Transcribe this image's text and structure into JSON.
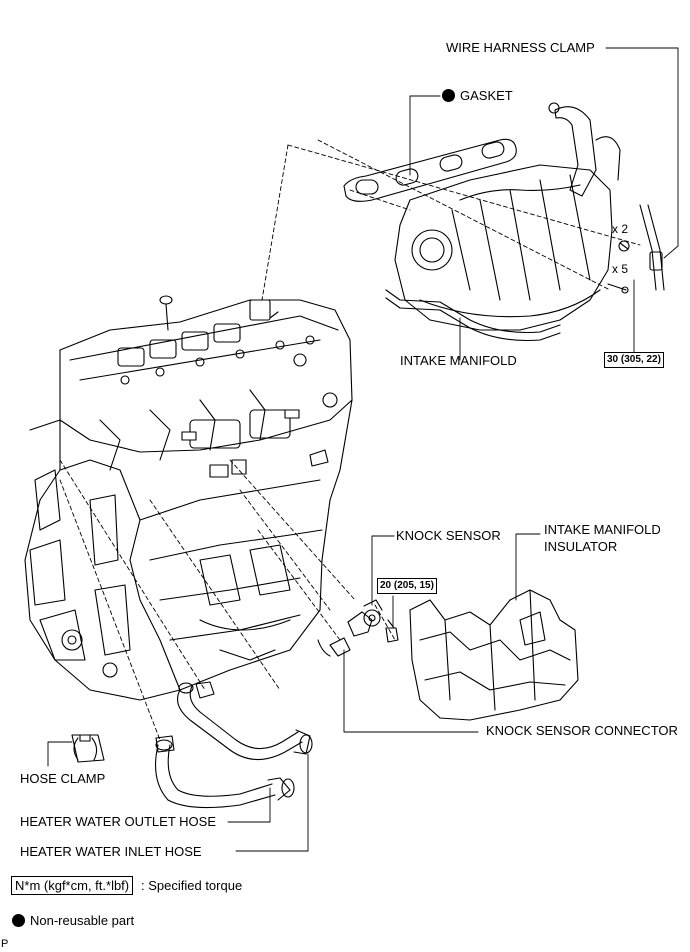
{
  "labels": {
    "wire_harness_clamp": "WIRE HARNESS CLAMP",
    "gasket": "GASKET",
    "intake_manifold": "INTAKE MANIFOLD",
    "knock_sensor": "KNOCK SENSOR",
    "intake_manifold_insulator_1": "INTAKE MANIFOLD",
    "intake_manifold_insulator_2": "INSULATOR",
    "knock_sensor_connector": "KNOCK SENSOR CONNECTOR",
    "hose_clamp": "HOSE CLAMP",
    "heater_water_outlet_hose": "HEATER WATER OUTLET HOSE",
    "heater_water_inlet_hose": "HEATER WATER INLET HOSE"
  },
  "multipliers": {
    "x2": "x 2",
    "x5": "x 5"
  },
  "torques": {
    "manifold_bolts": "30 (305, 22)",
    "knock_sensor_nut": "20 (205, 15)"
  },
  "legend": {
    "torque_units": "N*m (kgf*cm, ft.*lbf)",
    "torque_desc": ": Specified torque",
    "non_reusable": "Non-reusable part"
  },
  "corner_mark": "P"
}
